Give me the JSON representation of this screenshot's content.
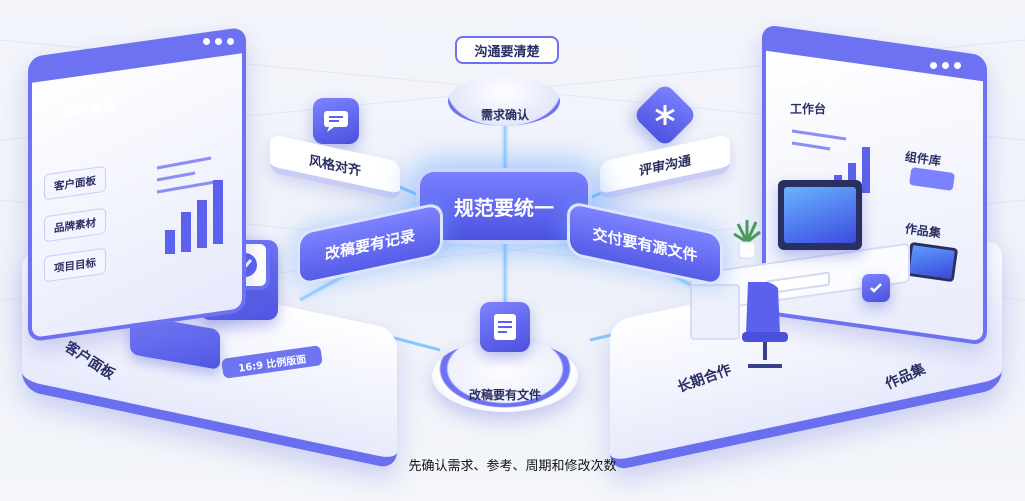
{
  "top_tag": "沟通要清楚",
  "nodes": {
    "center": "规范要统一",
    "req_confirm": "需求确认",
    "style_align": "风格对齐",
    "review_comm": "评审沟通",
    "revision_record": "改稿要有记录",
    "delivery_source": "交付要有源文件",
    "revision_file": "改稿要有文件"
  },
  "client_panel": {
    "title": "客户需求",
    "menu": [
      "客户面板",
      "品牌素材",
      "项目目标"
    ],
    "base_label": "客户面板",
    "ratio_chip": "16:9 比例版面"
  },
  "designer_panel": {
    "title": "设计师",
    "sections": [
      "工作台",
      "组件库",
      "作品集"
    ],
    "base_label_left": "长期合作",
    "base_label_right": "作品集"
  },
  "caption": "先确认需求、参考、周期和修改次数",
  "colors": {
    "accent": "#5b61ec",
    "glow": "#6fb6ff",
    "text": "#2a2f62"
  },
  "icons": [
    "chat-icon",
    "check-icon",
    "asterisk-icon",
    "document-icon",
    "monitor-icon",
    "chair-icon",
    "plant-icon",
    "keyboard-icon",
    "bar-chart-icon"
  ]
}
